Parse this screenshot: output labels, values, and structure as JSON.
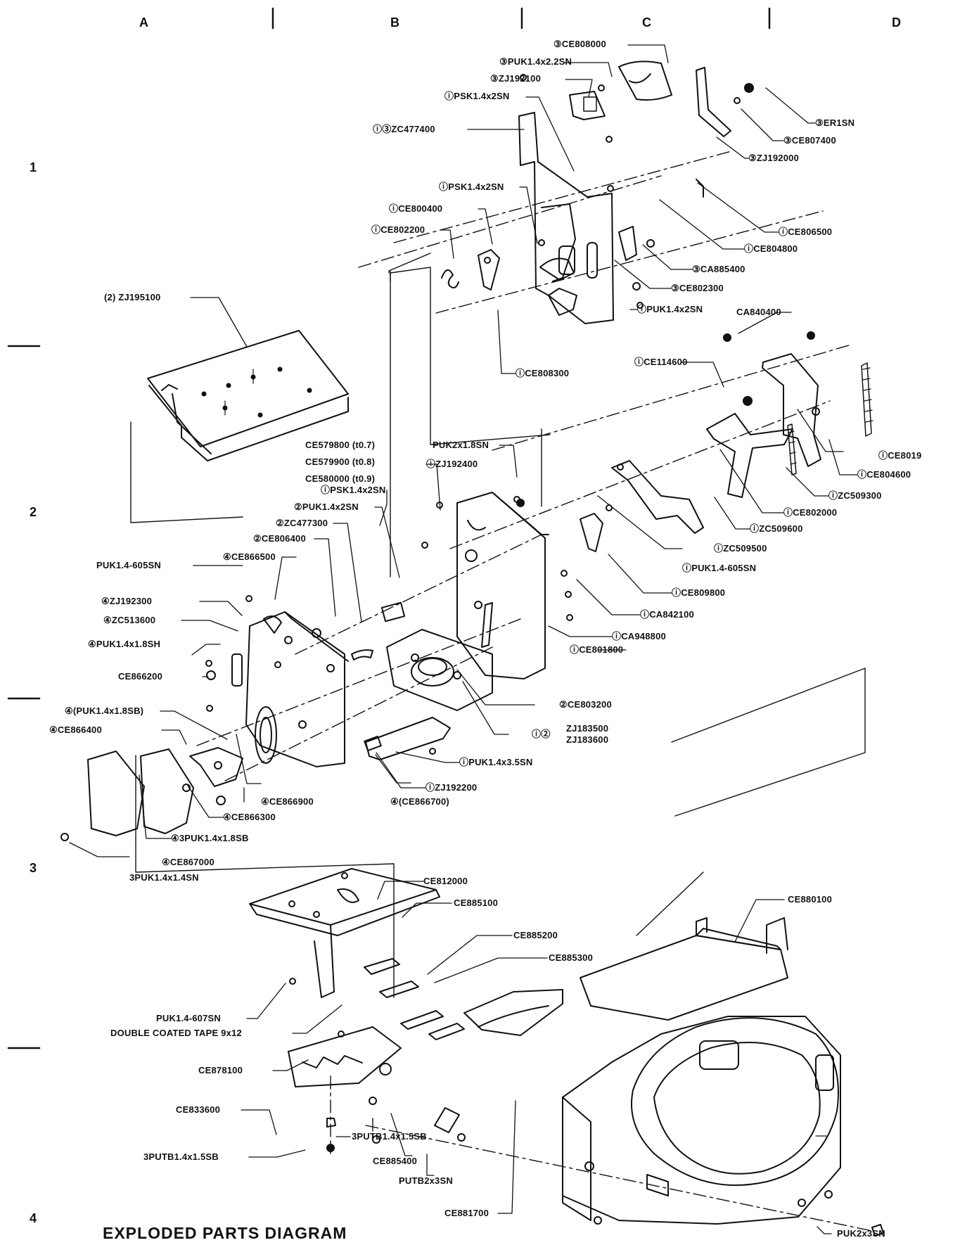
{
  "grid": {
    "columns": [
      "A",
      "B",
      "C",
      "D"
    ],
    "rows": [
      "1",
      "2",
      "3",
      "4"
    ]
  },
  "title": "EXPLODED PARTS DIAGRAM",
  "labels": [
    "③CE808000",
    "③PUK1.4x2.2SN",
    "③ZJ192100",
    "ⓘPSK1.4x2SN",
    "ⓘ③ZC477400",
    "③ER1SN",
    "③CE807400",
    "③ZJ192000",
    "ⓘPSK1.4x2SN",
    "ⓘCE800400",
    "ⓘCE802200",
    "ⓘCE806500",
    "ⓘCE804800",
    "③CA885400",
    "③CE802300",
    "ⓘPUK1.4x2SN",
    "CA840400",
    "(2) ZJ195100",
    "ⓘCE808300",
    "ⓘCE114600",
    "CE579800 (t0.7)",
    "CE579900 (t0.8)",
    "CE580000 (t0.9)",
    "PUK2x1.8SN",
    "ⓘZJ192400",
    "ⓘCE8019",
    "ⓘCE804600",
    "ⓘZC509300",
    "ⓘPSK1.4x2SN",
    "②PUK1.4x2SN",
    "②ZC477300",
    "②CE806400",
    "ⓘCE802000",
    "ⓘZC509600",
    "ⓘZC509500",
    "ⓘPUK1.4-605SN",
    "PUK1.4-605SN",
    "④CE866500",
    "④ZJ192300",
    "④ZC513600",
    "④PUK1.4x1.8SH",
    "CE866200",
    "ⓘCE809800",
    "ⓘCA842100",
    "ⓘCA948800",
    "ⓘCE801800",
    "②CE803200",
    "ⓘ②",
    "ZJ183500",
    "ZJ183600",
    "ⓘPUK1.4x3.5SN",
    "ⓘZJ192200",
    "④(PUK1.4x1.8SB)",
    "④CE866400",
    "④CE866900",
    "④(CE866700)",
    "④CE866300",
    "④3PUK1.4x1.8SB",
    "④CE867000",
    "3PUK1.4x1.4SN",
    "CE812000",
    "CE885100",
    "CE880100",
    "CE885200",
    "CE885300",
    "PUK1.4-607SN",
    "DOUBLE COATED TAPE  9x12",
    "CE878100",
    "CE833600",
    "3PUTB1.4x1.5SB",
    "3PUTB1.4x1.5SB",
    "CE885400",
    "PUTB2x3SN",
    "CE881700",
    "PUK2x3SN"
  ]
}
